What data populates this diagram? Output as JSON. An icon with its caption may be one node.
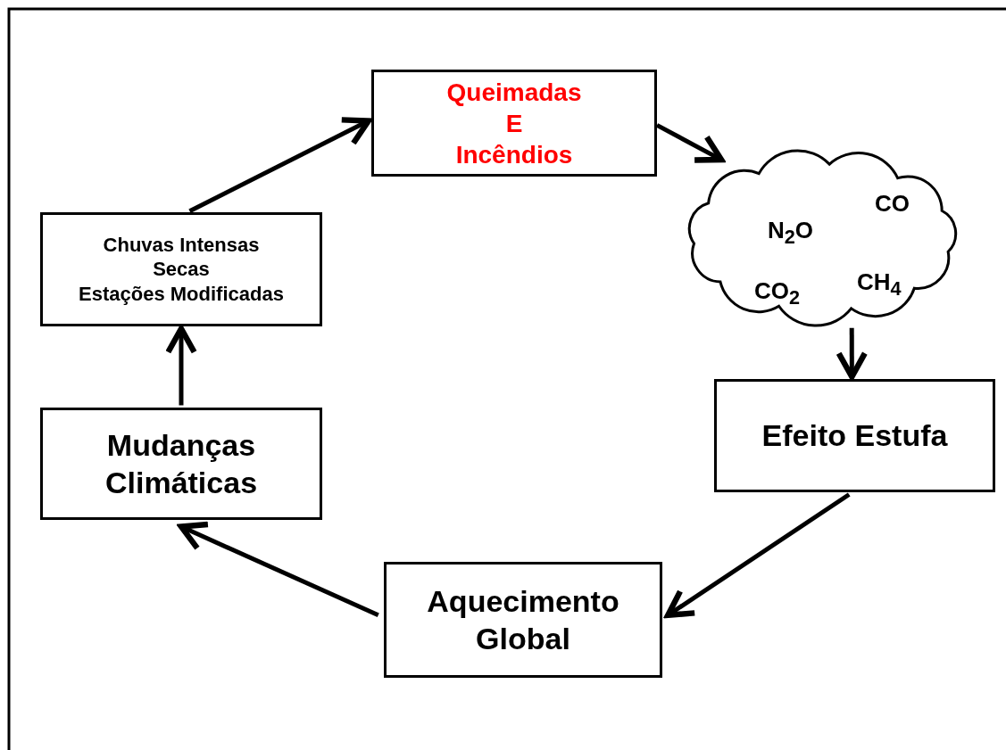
{
  "diagram": {
    "nodes": [
      {
        "text": [
          "Queimadas E Incêndios"
        ]
      },
      {
        "text": [
          "N$_{2}$O",
          "CO",
          "CO$_{2}$",
          "CH$_{4}$"
        ]
      },
      {
        "text": [
          "Efeito Estufa"
        ]
      },
      {
        "text": [
          "Aquecimento Global"
        ]
      },
      {
        "text": [
          "Mudanças Climáticas"
        ]
      },
      {
        "text": [
          "Chuvas Intensas",
          "Secas",
          "Estações Modificadas"
        ]
      }
    ],
    "edges": [
      {
        "from": 0,
        "to": 1,
        "arrow": "to"
      },
      {
        "from": 1,
        "to": 2,
        "arrow": "to"
      },
      {
        "from": 2,
        "to": 3,
        "arrow": "to"
      },
      {
        "from": 3,
        "to": 4,
        "arrow": "to"
      },
      {
        "from": 4,
        "to": 5,
        "arrow": "to"
      },
      {
        "from": 5,
        "to": 0,
        "arrow": "to"
      }
    ]
  }
}
